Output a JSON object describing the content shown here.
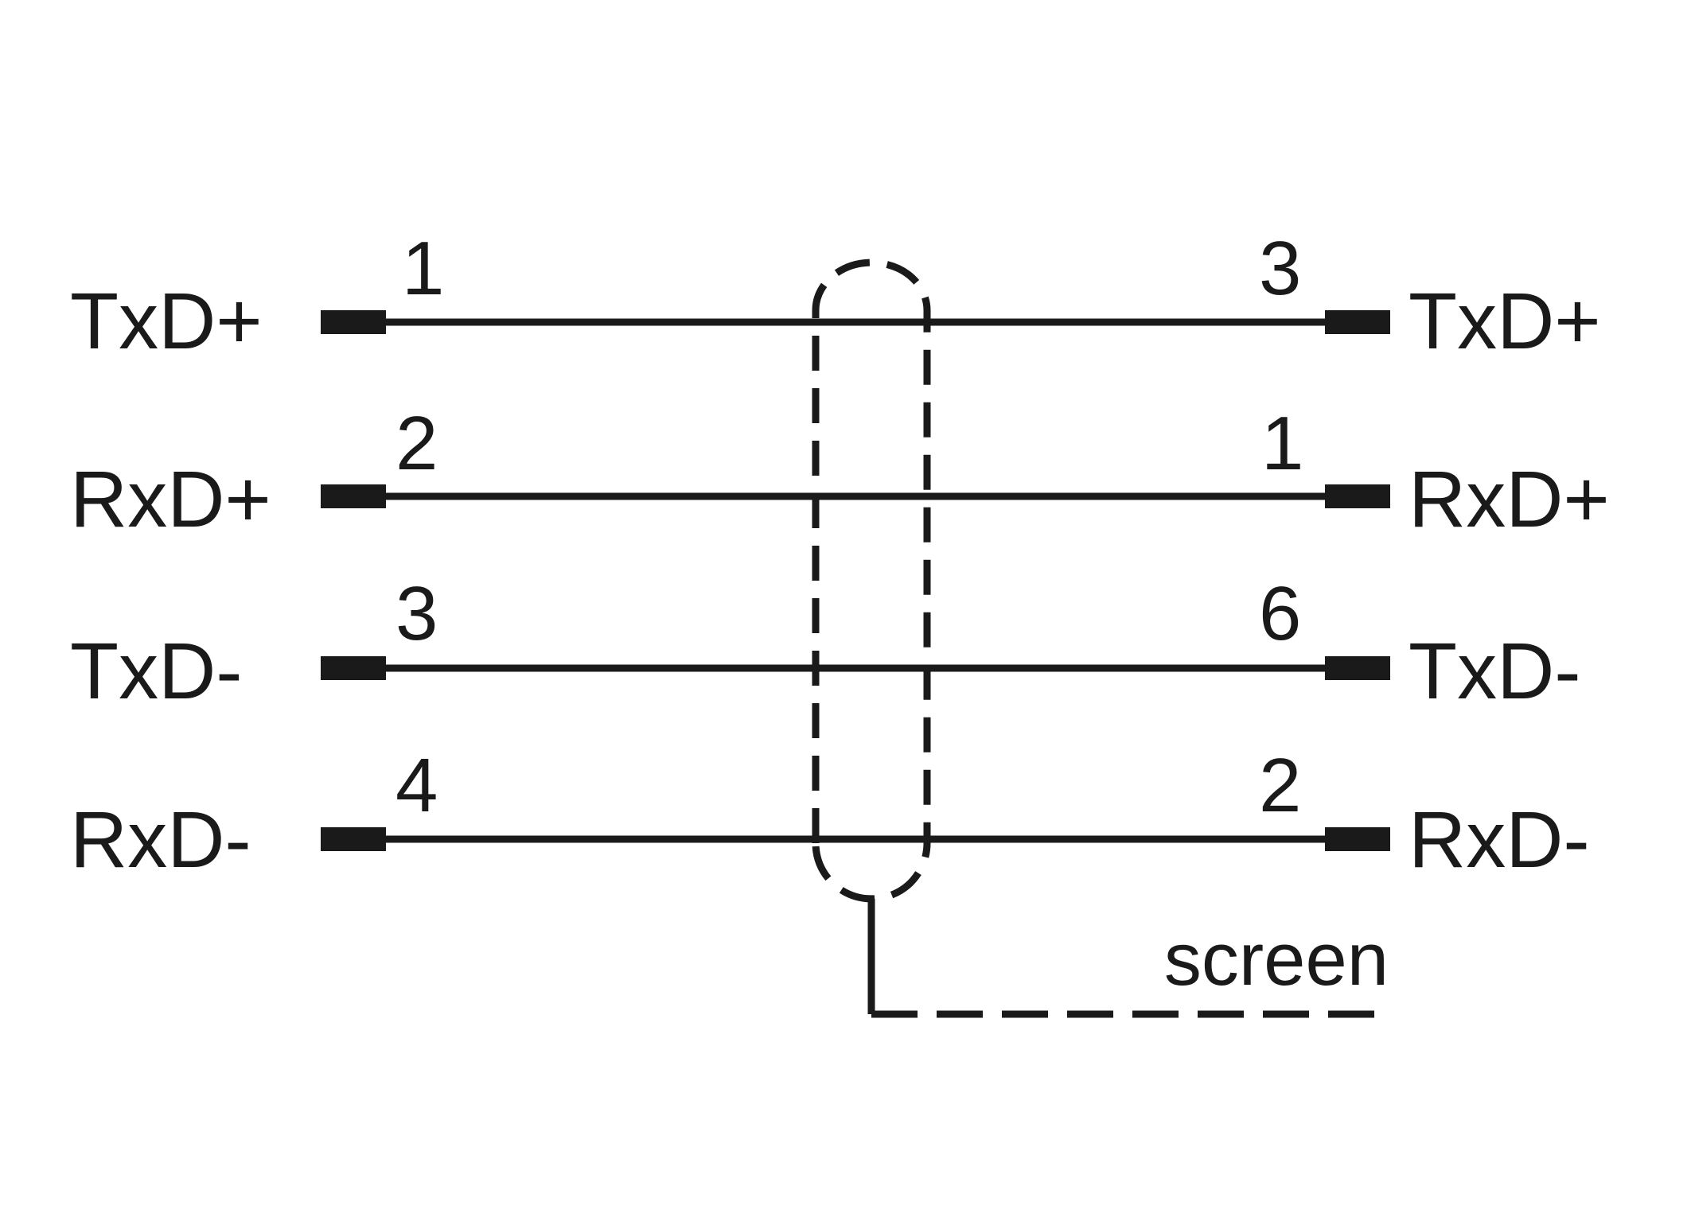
{
  "colors": {
    "ink": "#1a1a1a",
    "background": "#ffffff"
  },
  "signals": [
    {
      "left_label": "TxD+",
      "left_pin": "1",
      "right_pin": "3",
      "right_label": "TxD+"
    },
    {
      "left_label": "RxD+",
      "left_pin": "2",
      "right_pin": "1",
      "right_label": "RxD+"
    },
    {
      "left_label": "TxD-",
      "left_pin": "3",
      "right_pin": "6",
      "right_label": "TxD-"
    },
    {
      "left_label": "RxD-",
      "left_pin": "4",
      "right_pin": "2",
      "right_label": "RxD-"
    }
  ],
  "screen": {
    "label": "screen"
  }
}
